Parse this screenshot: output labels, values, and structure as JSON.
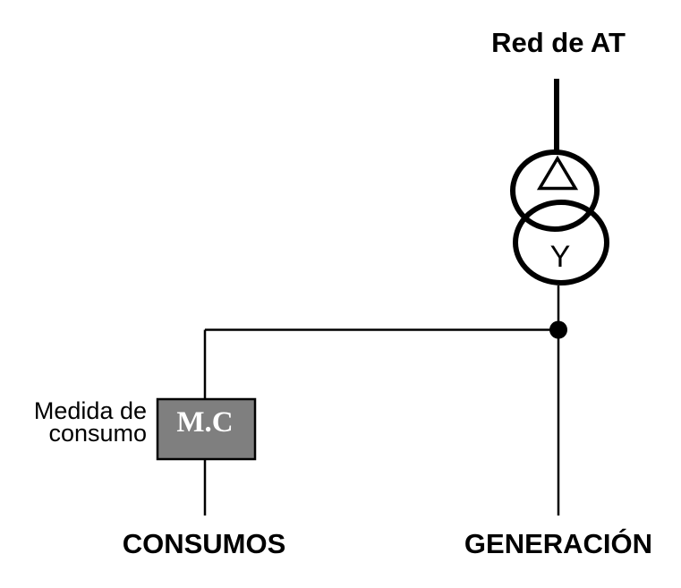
{
  "diagram": {
    "background_color": "#ffffff",
    "line_color": "#000000",
    "grid_label": "Red de AT",
    "transformer": {
      "type": "delta-wye transformer",
      "primary_winding_symbol": "△",
      "secondary_winding_symbol": "Y"
    },
    "meter": {
      "box_label": "M.C",
      "box_fill": "#7f7f7f",
      "box_border_color": "#000000",
      "box_text_color": "#ffffff",
      "caption_lines": [
        "Medida de",
        "consumo"
      ]
    },
    "feeders": {
      "left_label": "CONSUMOS",
      "right_label": "GENERACIÓN"
    }
  }
}
